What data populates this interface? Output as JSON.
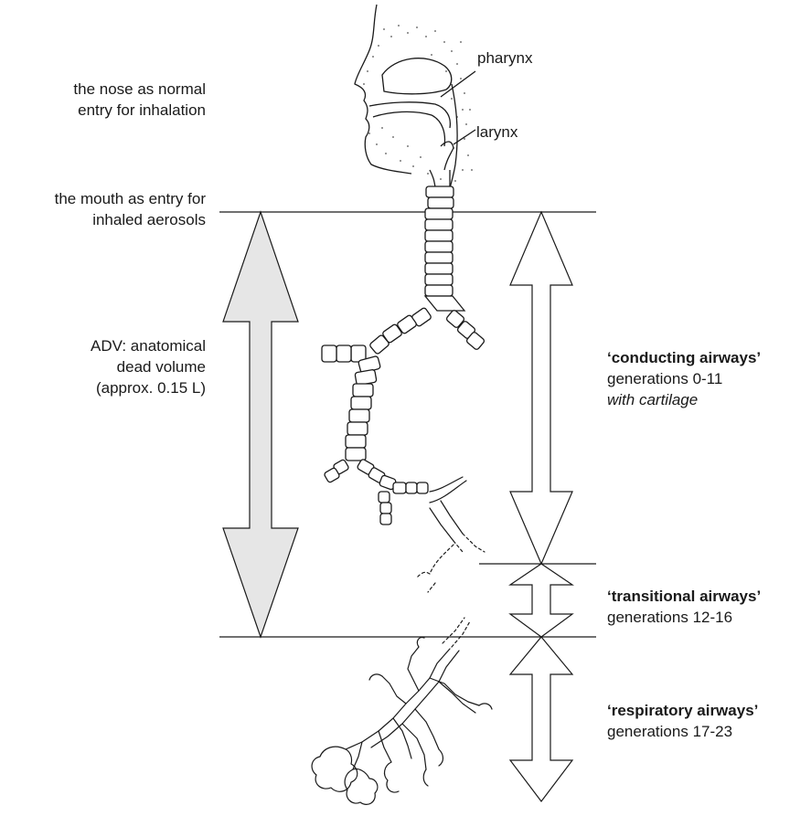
{
  "labels": {
    "nose": [
      "the nose as normal",
      "entry for inhalation"
    ],
    "mouth": [
      "the mouth as entry for",
      "inhaled aerosols"
    ],
    "adv": [
      "ADV: anatomical",
      "dead volume",
      "(approx. 0.15 L)"
    ],
    "pharynx": "pharynx",
    "larynx": "larynx"
  },
  "zones": [
    {
      "id": "conducting",
      "title": "‘conducting airways’",
      "generations": "generations 0-11",
      "note": "with cartilage"
    },
    {
      "id": "transitional",
      "title": "‘transitional airways’",
      "generations": "generations 12-16"
    },
    {
      "id": "respiratory",
      "title": "‘respiratory airways’",
      "generations": "generations 17-23"
    }
  ],
  "colors": {
    "line": "#1a1a1a",
    "adv_arrow_fill": "#e6e6e6",
    "zone_arrow_fill": "#ffffff"
  }
}
